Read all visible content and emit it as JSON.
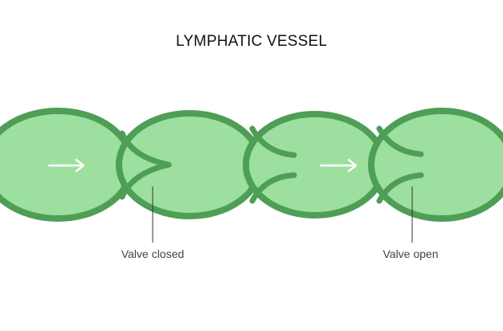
{
  "diagram": {
    "title": "LYMPHATIC VESSEL",
    "labels": {
      "valve_closed": "Valve closed",
      "valve_open": "Valve open"
    },
    "colors": {
      "vessel_fill": "#9ddf9f",
      "vessel_wall": "#4f9e56",
      "flow_arrow": "#ffffff",
      "pointer_line": "#333333",
      "label_text": "#444444",
      "title_text": "#111111",
      "background": "#ffffff"
    },
    "icons": {
      "flow_arrow": "right-arrow-icon"
    }
  }
}
